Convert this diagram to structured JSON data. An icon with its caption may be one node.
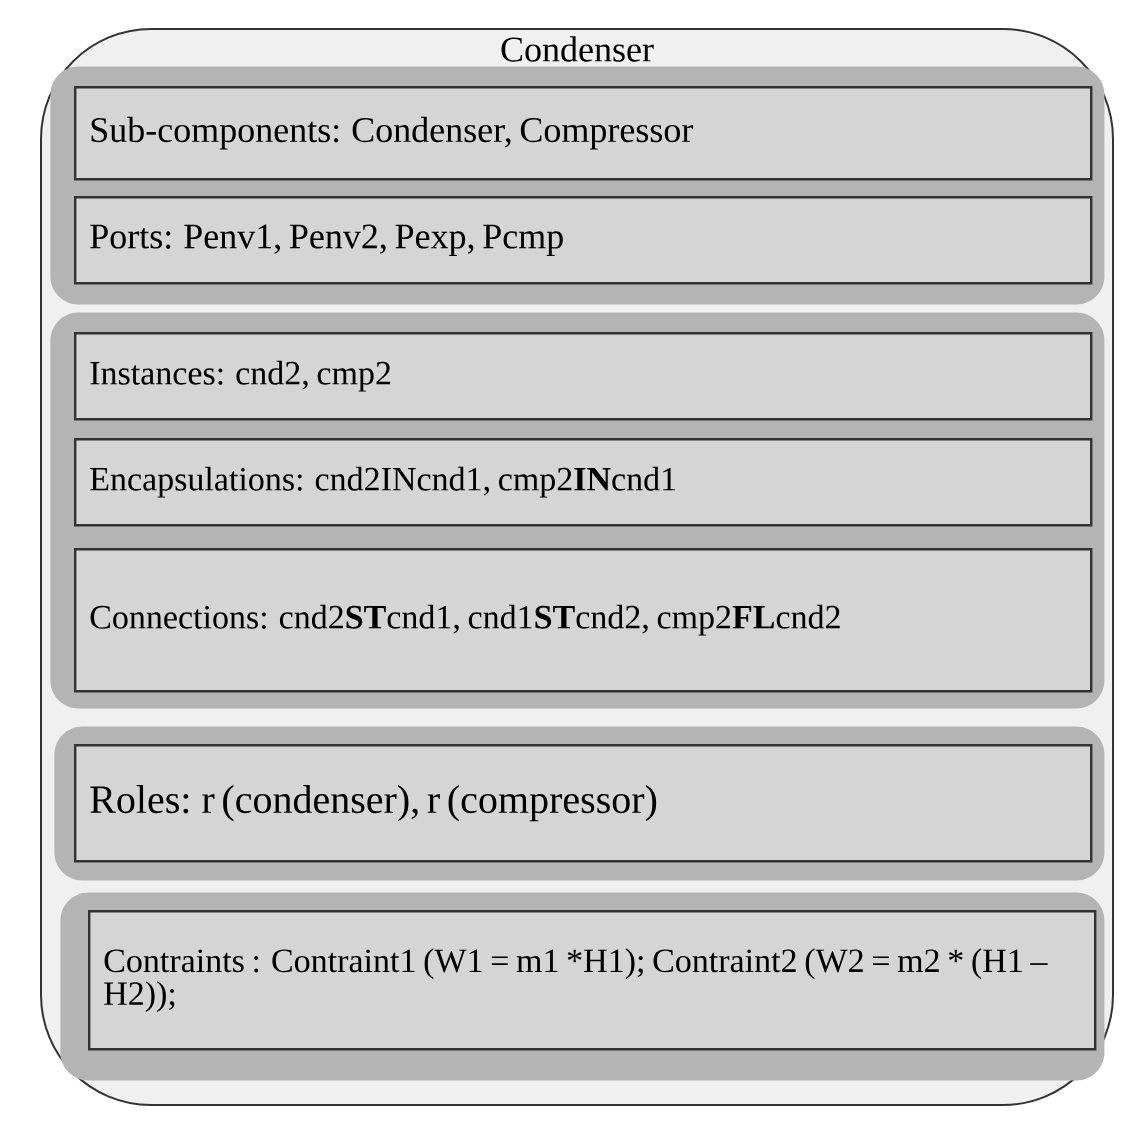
{
  "diagram": {
    "nodes": [
      {
        "text": [
          "Condenser"
        ]
      },
      {
        "text": [],
        "shape": "band",
        "in": 0
      },
      {
        "text": [
          "Sub-components: Condenser, Compressor"
        ],
        "in": 1
      },
      {
        "text": [
          "Ports: Penv1, Penv2, Pexp, Pcmp"
        ],
        "in": 1
      },
      {
        "text": [],
        "shape": "band",
        "in": 0
      },
      {
        "text": [
          "Instances: cnd2, cmp2"
        ],
        "in": 4
      },
      {
        "text": [
          "Encapsulations: cnd2INcnd1, cmp2**IN**cnd1"
        ],
        "in": 4
      },
      {
        "text": [
          "Connections: cnd2**ST**cnd1, cnd1**ST**cnd2, cmp2**FL**cnd2"
        ],
        "in": 4
      },
      {
        "text": [],
        "shape": "band",
        "in": 0
      },
      {
        "text": [
          "Roles: r (condenser), r (compressor)"
        ],
        "in": 8
      },
      {
        "text": [],
        "shape": "band",
        "in": 0
      },
      {
        "text": [
          "Contraints : Contraint1 (W1 = m1 *H1); Contraint2 (W2 = m2 * (H1 – H2));"
        ],
        "in": 10
      }
    ]
  }
}
